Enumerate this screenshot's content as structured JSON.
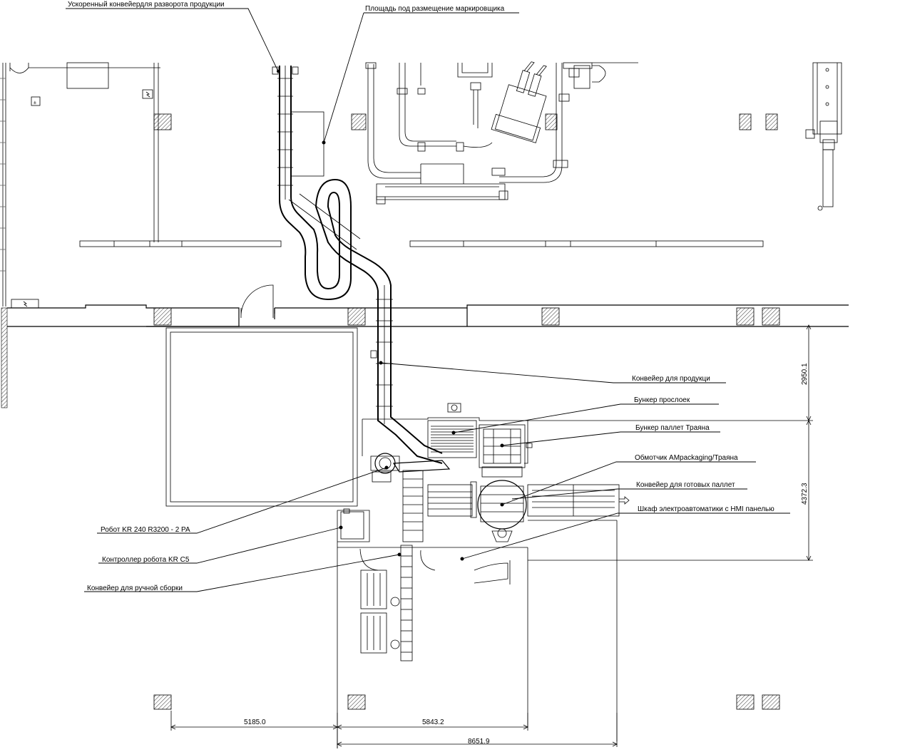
{
  "labels": {
    "accelerated_conveyor": "Ускоренный конвейердля разворота продукции",
    "marker_area": "Площадь под размещение маркировщика",
    "product_conveyor": "Конвейер для продукци",
    "interlayer_hopper": "Бункер прослоек",
    "pallet_hopper": "Бункер паллет Траяна",
    "wrapper": "Обмотчик AMpackaging/Траяна",
    "finished_pallet_conveyor": "Конвейер для готовых паллет",
    "electrical_cabinet": "Шкаф электроавтоматики с HMI панелью",
    "robot": "Робот KR 240 R3200 - 2 PA",
    "robot_controller": "Контроллер робота KR C5",
    "manual_assembly_conveyor": "Конвейер для ручной сборки"
  },
  "dimensions": {
    "vertical_upper": "2950.1",
    "vertical_lower": "4372.3",
    "horizontal_left": "5185.0",
    "horizontal_mid": "5843.2",
    "horizontal_total": "8651.9"
  },
  "colors": {
    "line": "#000000",
    "background": "#ffffff"
  }
}
